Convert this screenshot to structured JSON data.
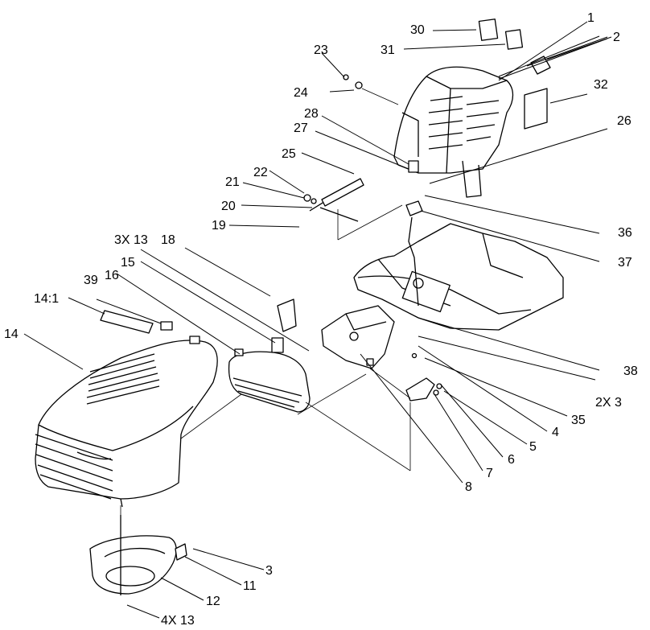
{
  "labels": {
    "l1": "1",
    "l2": "2",
    "l3": "3",
    "l4": "4",
    "l5": "5",
    "l6": "6",
    "l7": "7",
    "l8": "8",
    "l11": "11",
    "l12": "12",
    "l14": "14",
    "l14_1": "14:1",
    "l15": "15",
    "l16": "16",
    "l18": "18",
    "l19": "19",
    "l20": "20",
    "l21": "21",
    "l22": "22",
    "l23": "23",
    "l24": "24",
    "l25": "25",
    "l26": "26",
    "l27": "27",
    "l28": "28",
    "l30": "30",
    "l31": "31",
    "l32": "32",
    "l35": "35",
    "l36": "36",
    "l37": "37",
    "l38": "38",
    "l39": "39",
    "l2x3": "2X 3",
    "l3x13": "3X 13",
    "l4x13": "4X 13"
  }
}
